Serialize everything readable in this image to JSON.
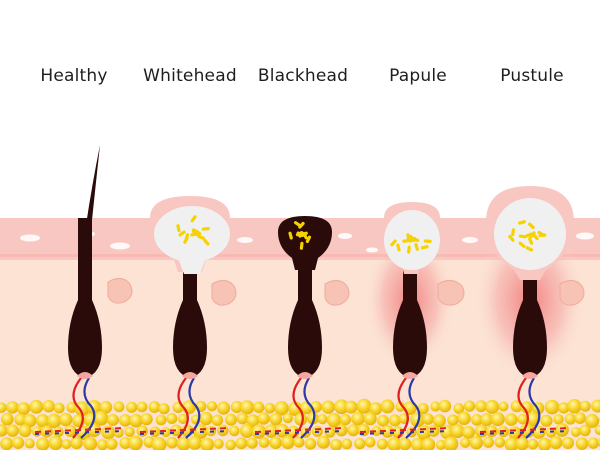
{
  "stages": [
    {
      "id": "healthy",
      "label": "Healthy"
    },
    {
      "id": "whitehead",
      "label": "Whitehead"
    },
    {
      "id": "blackhead",
      "label": "Blackhead"
    },
    {
      "id": "papule",
      "label": "Papule"
    },
    {
      "id": "pustule",
      "label": "Pustule"
    }
  ],
  "colors": {
    "background": "#ffffff",
    "epidermis": "#f9c7c1",
    "dermis": "#fce3d4",
    "follicle": "#2b0a0a",
    "sebum_plug": "#f0f0f0",
    "bacteria": "#f5d200",
    "fat": "#f5cd20",
    "artery": "#e02020",
    "vein": "#2a3aa8",
    "inflammation": "#f08a8a"
  }
}
